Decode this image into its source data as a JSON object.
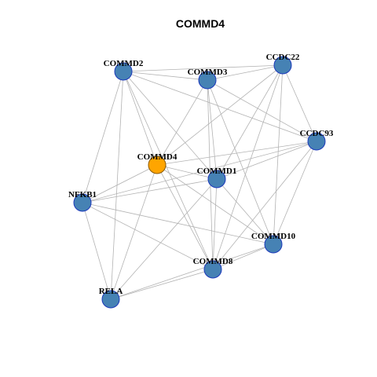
{
  "title": "COMMD4",
  "colors": {
    "node_fill": "#4682b4",
    "node_stroke": "#1c39bb",
    "center_fill": "#ffa500",
    "center_stroke": "#8b5a00",
    "edge": "#b3b3b3"
  },
  "network": {
    "center": "COMMD4",
    "nodes": [
      "COMMD2",
      "COMMD3",
      "CCDC22",
      "CCDC93",
      "COMMD4",
      "COMMD1",
      "NFKB1",
      "COMMD10",
      "COMMD8",
      "RELA"
    ],
    "edges": [
      [
        "COMMD2",
        "COMMD3"
      ],
      [
        "COMMD2",
        "CCDC22"
      ],
      [
        "COMMD2",
        "CCDC93"
      ],
      [
        "COMMD2",
        "COMMD4"
      ],
      [
        "COMMD2",
        "COMMD1"
      ],
      [
        "COMMD2",
        "NFKB1"
      ],
      [
        "COMMD2",
        "RELA"
      ],
      [
        "COMMD2",
        "COMMD8"
      ],
      [
        "COMMD3",
        "CCDC22"
      ],
      [
        "COMMD3",
        "CCDC93"
      ],
      [
        "COMMD3",
        "COMMD4"
      ],
      [
        "COMMD3",
        "COMMD1"
      ],
      [
        "COMMD3",
        "COMMD10"
      ],
      [
        "COMMD3",
        "COMMD8"
      ],
      [
        "CCDC22",
        "CCDC93"
      ],
      [
        "CCDC22",
        "COMMD4"
      ],
      [
        "CCDC22",
        "COMMD1"
      ],
      [
        "CCDC22",
        "COMMD10"
      ],
      [
        "CCDC22",
        "COMMD8"
      ],
      [
        "CCDC93",
        "COMMD4"
      ],
      [
        "CCDC93",
        "COMMD1"
      ],
      [
        "CCDC93",
        "NFKB1"
      ],
      [
        "CCDC93",
        "COMMD10"
      ],
      [
        "CCDC93",
        "COMMD8"
      ],
      [
        "COMMD4",
        "COMMD1"
      ],
      [
        "COMMD4",
        "NFKB1"
      ],
      [
        "COMMD4",
        "COMMD10"
      ],
      [
        "COMMD4",
        "COMMD8"
      ],
      [
        "COMMD4",
        "RELA"
      ],
      [
        "COMMD1",
        "NFKB1"
      ],
      [
        "COMMD1",
        "COMMD10"
      ],
      [
        "COMMD1",
        "COMMD8"
      ],
      [
        "COMMD1",
        "RELA"
      ],
      [
        "NFKB1",
        "COMMD10"
      ],
      [
        "NFKB1",
        "COMMD8"
      ],
      [
        "NFKB1",
        "RELA"
      ],
      [
        "COMMD10",
        "COMMD8"
      ],
      [
        "COMMD10",
        "RELA"
      ],
      [
        "COMMD8",
        "RELA"
      ]
    ]
  }
}
